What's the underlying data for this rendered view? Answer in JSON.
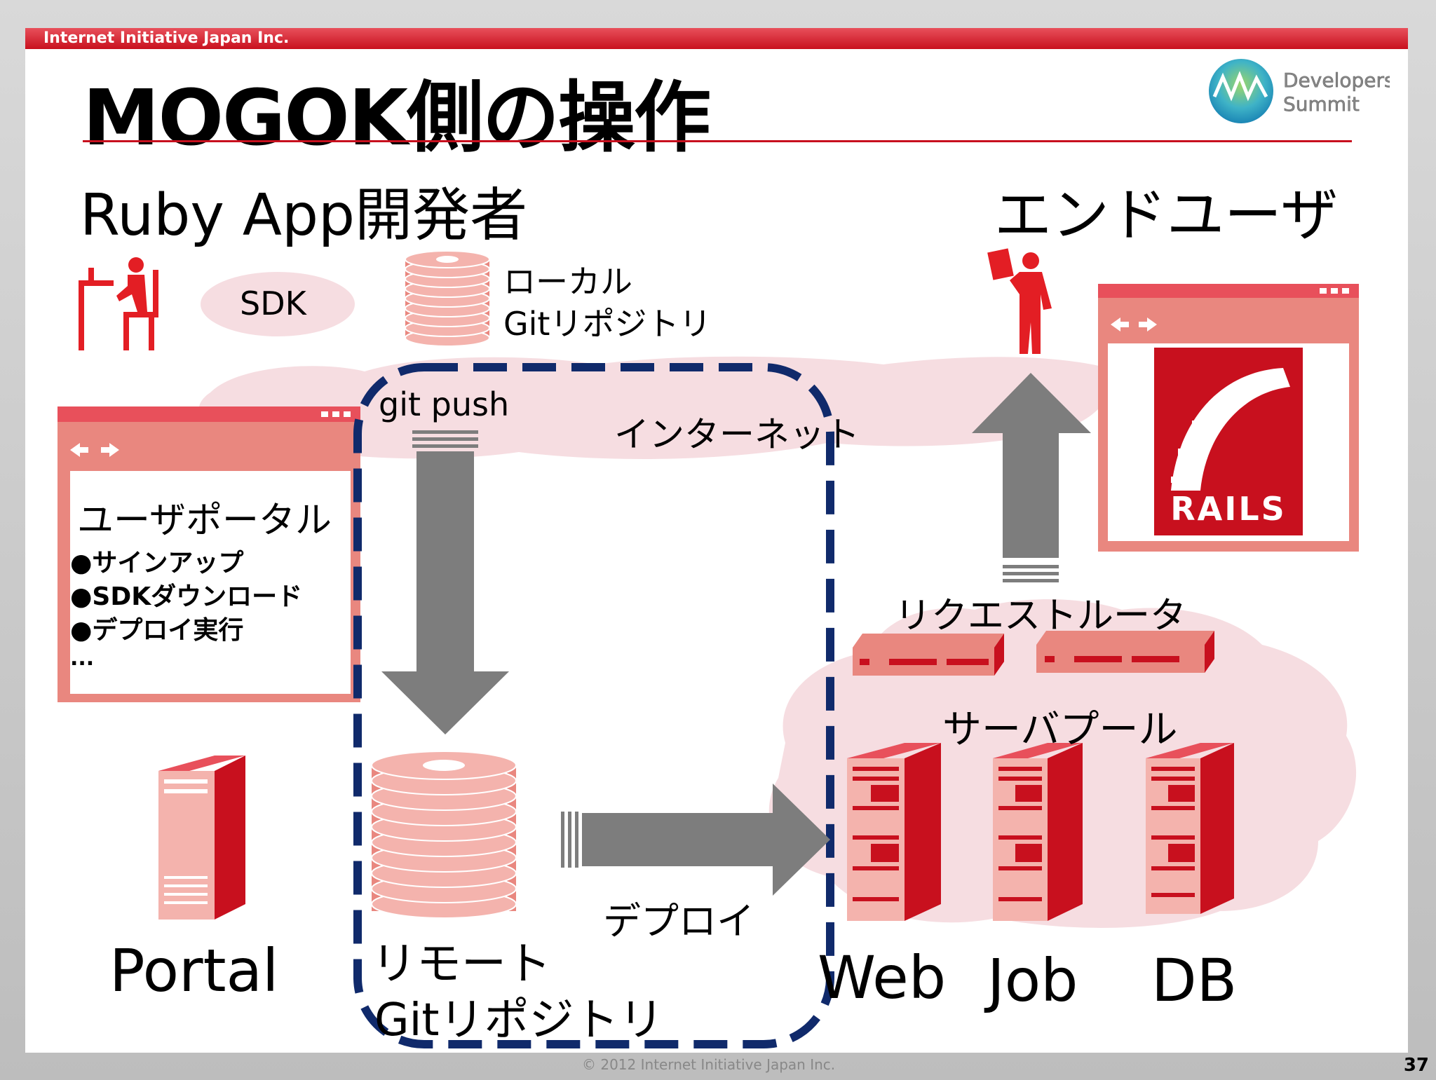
{
  "header": {
    "company": "Internet Initiative Japan Inc.",
    "title": "MOGOK側の操作",
    "logo_line1": "Developers",
    "logo_line2": "Summit"
  },
  "developer": {
    "label": "Ruby App開発者",
    "sdk_label": "SDK",
    "local_repo_line1": "ローカル",
    "local_repo_line2": "Gitリポジトリ"
  },
  "end_user": {
    "label": "エンドユーザ"
  },
  "internet": {
    "label": "インターネット"
  },
  "git_push": {
    "label": "git push"
  },
  "portal_window": {
    "title": "ユーザポータル",
    "items": [
      "●サインアップ",
      "●SDKダウンロード",
      "●デプロイ実行",
      "..."
    ]
  },
  "portal_server": {
    "label": "Portal"
  },
  "remote_repo": {
    "line1": "リモート",
    "line2": "Gitリポジトリ"
  },
  "deploy": {
    "label": "デプロイ"
  },
  "request_router": {
    "label": "リクエストルータ"
  },
  "server_pool": {
    "label": "サーバプール",
    "servers": [
      "Web",
      "Job",
      "DB"
    ]
  },
  "rails_logo": {
    "text": "RAILS"
  },
  "footer": {
    "copyright": "© 2012  Internet Initiative Japan Inc.",
    "page": "37"
  },
  "colors": {
    "brand_red": "#c8101e",
    "pink": "#f6dde1",
    "salmon": "#e9877f",
    "arrow_gray": "#7d7d7d",
    "dash_navy": "#102a6b"
  }
}
